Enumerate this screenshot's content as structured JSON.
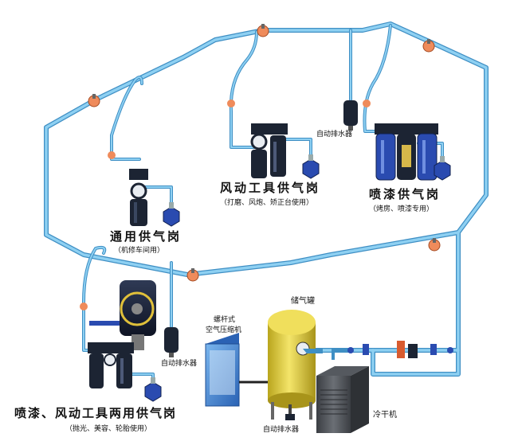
{
  "stations": {
    "general": {
      "title": "通用供气岗",
      "subtitle": "（机修车间用）"
    },
    "pneumatic": {
      "title": "风动工具供气岗",
      "subtitle": "（打磨、风炮、矫正台使用）"
    },
    "spray": {
      "title": "喷漆供气岗",
      "subtitle": "（烤房、喷漆专用）"
    },
    "dual": {
      "title": "喷漆、风动工具两用供气岗",
      "subtitle": "（抛光、美容、轮胎使用）"
    }
  },
  "equipment": {
    "auto_drain_top": "自动排水器",
    "auto_drain_left": "自动排水器",
    "auto_drain_bottom": "自动排水器",
    "tank": "储气罐",
    "compressor_line1": "螺杆式",
    "compressor_line2": "空气压缩机",
    "dryer": "冷干机"
  },
  "colors": {
    "pipe": "#6fbbe6",
    "pipe_edge": "#3f8fc4",
    "valve": "#ef8b5b",
    "filter_dark": "#1c2433",
    "filter_blue": "#2a4bb0",
    "tank": "#e5d23c",
    "compressor": "#3f86d6",
    "dryer": "#4a4d52"
  }
}
